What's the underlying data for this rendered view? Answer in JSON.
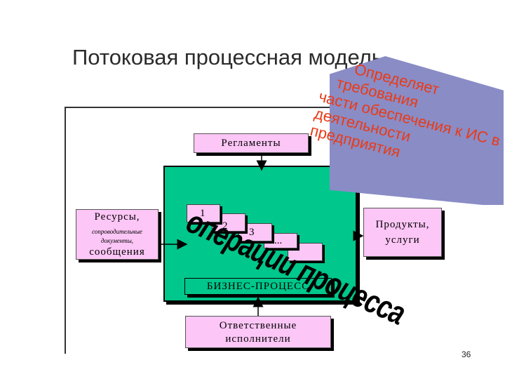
{
  "title": "Потоковая процессная модель",
  "page_number": "36",
  "overlay_text": "Определяет требования части обеспечения к ИС в деятельности предприятия",
  "overlay_lines": [
    "Определяет",
    "требования",
    "части обеспечения к ИС в",
    "деятельности",
    "предприятия"
  ],
  "diagram": {
    "regulations": "Регламенты",
    "resources_main": "Ресурсы,",
    "resources_small": "сопроводительные документы,",
    "resources_bottom": "сообщения",
    "products_line1": "Продукты,",
    "products_line2": "услуги",
    "responsible_line1": "Ответственные",
    "responsible_line2": "исполнители",
    "business_process": "БИЗНЕС-ПРОЦЕСС",
    "operations": "операции процесса",
    "steps": [
      "1",
      "2",
      "3",
      "...",
      ""
    ]
  },
  "colors": {
    "pink": "#fcc6f6",
    "green": "#00c78b",
    "overlay_blue": "#8a8cc6",
    "overlay_text": "#e83b17"
  }
}
